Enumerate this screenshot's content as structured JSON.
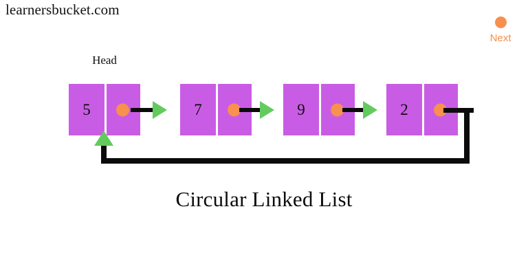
{
  "watermark": {
    "text": "learnersbucket.com"
  },
  "legend": {
    "icon": "orange-circle-icon",
    "label": "Next",
    "color": "#f0914f"
  },
  "diagram": {
    "head_label": "Head",
    "title": "Circular Linked List",
    "structure": "circular-singly-linked-list",
    "node_fill": "#c95ce4",
    "pointer_dot_color": "#f8904f",
    "arrow_color": "#63cb5e",
    "link_color": "#0b0b0b",
    "nodes": [
      {
        "value": "5",
        "pointer": "next-pointer-dot",
        "is_head": true
      },
      {
        "value": "7",
        "pointer": "next-pointer-dot",
        "is_head": false
      },
      {
        "value": "9",
        "pointer": "next-pointer-dot",
        "is_head": false
      },
      {
        "value": "2",
        "pointer": "next-pointer-dot",
        "is_head": false
      }
    ],
    "links": [
      {
        "from": "5",
        "to": "7"
      },
      {
        "from": "7",
        "to": "9"
      },
      {
        "from": "9",
        "to": "2"
      },
      {
        "from": "2",
        "to": "5",
        "wraps": true
      }
    ]
  }
}
